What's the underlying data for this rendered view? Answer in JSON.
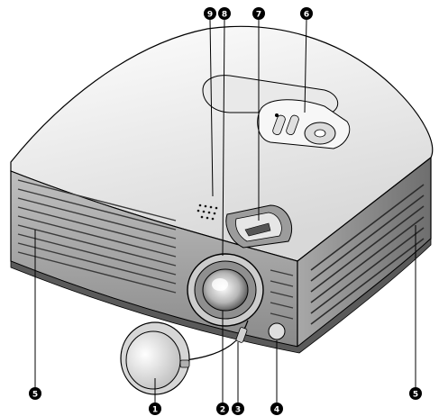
{
  "callouts": [
    {
      "id": "c1",
      "label": "1"
    },
    {
      "id": "c2",
      "label": "2"
    },
    {
      "id": "c3",
      "label": "3"
    },
    {
      "id": "c4",
      "label": "4"
    },
    {
      "id": "c5a",
      "label": "5"
    },
    {
      "id": "c5b",
      "label": "5"
    },
    {
      "id": "c6",
      "label": "6"
    },
    {
      "id": "c7",
      "label": "7"
    },
    {
      "id": "c8",
      "label": "8"
    },
    {
      "id": "c9",
      "label": "9"
    }
  ],
  "colors": {
    "line": "#000000",
    "body_light": "#f2f2f2",
    "body_mid": "#cfcfcf",
    "body_dark": "#7a7a7a",
    "callout_fill": "#000000"
  }
}
